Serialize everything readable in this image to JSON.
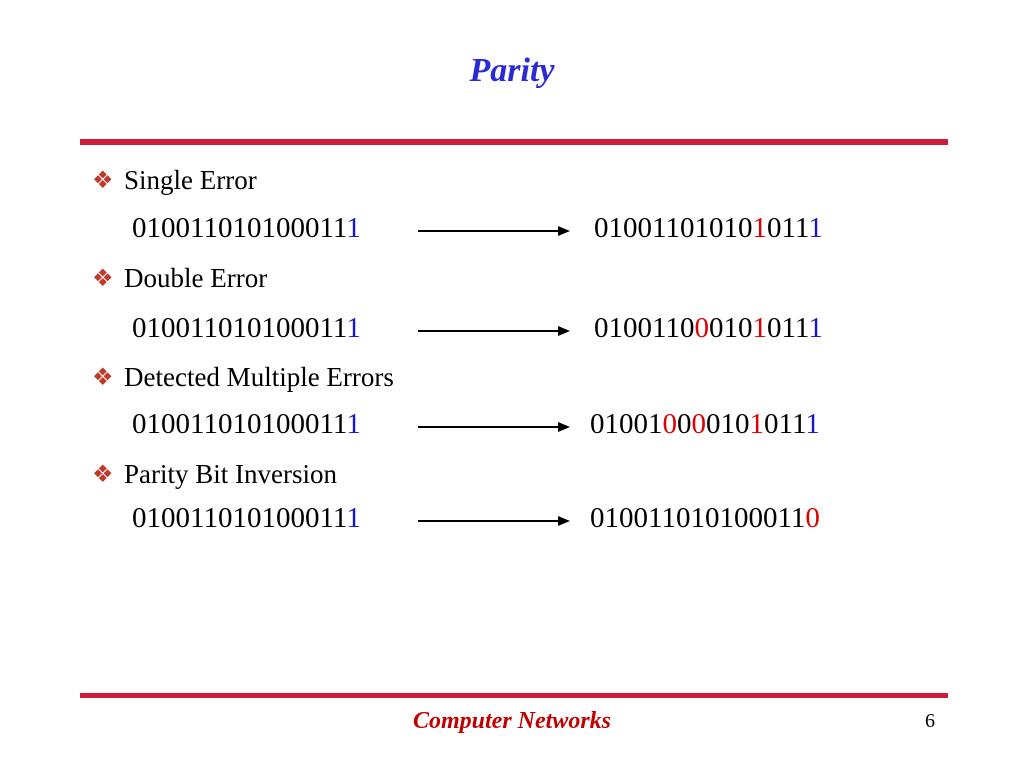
{
  "slide": {
    "title": "Parity",
    "footer": "Computer Networks",
    "page_number": "6"
  },
  "sections": [
    {
      "label": "Single Error",
      "original": [
        {
          "t": "0",
          "c": "black"
        },
        {
          "t": "1",
          "c": "black"
        },
        {
          "t": "0",
          "c": "black"
        },
        {
          "t": "0",
          "c": "black"
        },
        {
          "t": "1",
          "c": "black"
        },
        {
          "t": "1",
          "c": "black"
        },
        {
          "t": "0",
          "c": "black"
        },
        {
          "t": "1",
          "c": "black"
        },
        {
          "t": "0",
          "c": "black"
        },
        {
          "t": "1",
          "c": "black"
        },
        {
          "t": "0",
          "c": "black"
        },
        {
          "t": "0",
          "c": "black"
        },
        {
          "t": "0",
          "c": "black"
        },
        {
          "t": "1",
          "c": "black"
        },
        {
          "t": "1",
          "c": "black"
        },
        {
          "t": "1",
          "c": "blue"
        }
      ],
      "received": [
        {
          "t": "0",
          "c": "black"
        },
        {
          "t": "1",
          "c": "black"
        },
        {
          "t": "0",
          "c": "black"
        },
        {
          "t": "0",
          "c": "black"
        },
        {
          "t": "1",
          "c": "black"
        },
        {
          "t": "1",
          "c": "black"
        },
        {
          "t": "0",
          "c": "black"
        },
        {
          "t": "1",
          "c": "black"
        },
        {
          "t": "0",
          "c": "black"
        },
        {
          "t": "1",
          "c": "black"
        },
        {
          "t": "0",
          "c": "black"
        },
        {
          "t": "1",
          "c": "red"
        },
        {
          "t": "0",
          "c": "black"
        },
        {
          "t": "1",
          "c": "black"
        },
        {
          "t": "1",
          "c": "black"
        },
        {
          "t": "1",
          "c": "blue"
        }
      ]
    },
    {
      "label": "Double Error",
      "original": [
        {
          "t": "0",
          "c": "black"
        },
        {
          "t": "1",
          "c": "black"
        },
        {
          "t": "0",
          "c": "black"
        },
        {
          "t": "0",
          "c": "black"
        },
        {
          "t": "1",
          "c": "black"
        },
        {
          "t": "1",
          "c": "black"
        },
        {
          "t": "0",
          "c": "black"
        },
        {
          "t": "1",
          "c": "black"
        },
        {
          "t": "0",
          "c": "black"
        },
        {
          "t": "1",
          "c": "black"
        },
        {
          "t": "0",
          "c": "black"
        },
        {
          "t": "0",
          "c": "black"
        },
        {
          "t": "0",
          "c": "black"
        },
        {
          "t": "1",
          "c": "black"
        },
        {
          "t": "1",
          "c": "black"
        },
        {
          "t": "1",
          "c": "blue"
        }
      ],
      "received": [
        {
          "t": "0",
          "c": "black"
        },
        {
          "t": "1",
          "c": "black"
        },
        {
          "t": "0",
          "c": "black"
        },
        {
          "t": "0",
          "c": "black"
        },
        {
          "t": "1",
          "c": "black"
        },
        {
          "t": "1",
          "c": "black"
        },
        {
          "t": "0",
          "c": "black"
        },
        {
          "t": "0",
          "c": "red"
        },
        {
          "t": "0",
          "c": "black"
        },
        {
          "t": "1",
          "c": "black"
        },
        {
          "t": "0",
          "c": "black"
        },
        {
          "t": "1",
          "c": "red"
        },
        {
          "t": "0",
          "c": "black"
        },
        {
          "t": "1",
          "c": "black"
        },
        {
          "t": "1",
          "c": "black"
        },
        {
          "t": "1",
          "c": "blue"
        }
      ]
    },
    {
      "label": "Detected Multiple Errors",
      "original": [
        {
          "t": "0",
          "c": "black"
        },
        {
          "t": "1",
          "c": "black"
        },
        {
          "t": "0",
          "c": "black"
        },
        {
          "t": "0",
          "c": "black"
        },
        {
          "t": "1",
          "c": "black"
        },
        {
          "t": "1",
          "c": "black"
        },
        {
          "t": "0",
          "c": "black"
        },
        {
          "t": "1",
          "c": "black"
        },
        {
          "t": "0",
          "c": "black"
        },
        {
          "t": "1",
          "c": "black"
        },
        {
          "t": "0",
          "c": "black"
        },
        {
          "t": "0",
          "c": "black"
        },
        {
          "t": "0",
          "c": "black"
        },
        {
          "t": "1",
          "c": "black"
        },
        {
          "t": "1",
          "c": "black"
        },
        {
          "t": "1",
          "c": "blue"
        }
      ],
      "received": [
        {
          "t": "0",
          "c": "black"
        },
        {
          "t": "1",
          "c": "black"
        },
        {
          "t": "0",
          "c": "black"
        },
        {
          "t": "0",
          "c": "black"
        },
        {
          "t": "1",
          "c": "black"
        },
        {
          "t": "0",
          "c": "red"
        },
        {
          "t": "0",
          "c": "black"
        },
        {
          "t": "0",
          "c": "red"
        },
        {
          "t": "0",
          "c": "black"
        },
        {
          "t": "1",
          "c": "black"
        },
        {
          "t": "0",
          "c": "black"
        },
        {
          "t": "1",
          "c": "red"
        },
        {
          "t": "0",
          "c": "black"
        },
        {
          "t": "1",
          "c": "black"
        },
        {
          "t": "1",
          "c": "black"
        },
        {
          "t": "1",
          "c": "blue"
        }
      ]
    },
    {
      "label": "Parity Bit Inversion",
      "original": [
        {
          "t": "0",
          "c": "black"
        },
        {
          "t": "1",
          "c": "black"
        },
        {
          "t": "0",
          "c": "black"
        },
        {
          "t": "0",
          "c": "black"
        },
        {
          "t": "1",
          "c": "black"
        },
        {
          "t": "1",
          "c": "black"
        },
        {
          "t": "0",
          "c": "black"
        },
        {
          "t": "1",
          "c": "black"
        },
        {
          "t": "0",
          "c": "black"
        },
        {
          "t": "1",
          "c": "black"
        },
        {
          "t": "0",
          "c": "black"
        },
        {
          "t": "0",
          "c": "black"
        },
        {
          "t": "0",
          "c": "black"
        },
        {
          "t": "1",
          "c": "black"
        },
        {
          "t": "1",
          "c": "black"
        },
        {
          "t": "1",
          "c": "blue"
        }
      ],
      "received": [
        {
          "t": "0",
          "c": "black"
        },
        {
          "t": "1",
          "c": "black"
        },
        {
          "t": "0",
          "c": "black"
        },
        {
          "t": "0",
          "c": "black"
        },
        {
          "t": "1",
          "c": "black"
        },
        {
          "t": "1",
          "c": "black"
        },
        {
          "t": "0",
          "c": "black"
        },
        {
          "t": "1",
          "c": "black"
        },
        {
          "t": "0",
          "c": "black"
        },
        {
          "t": "1",
          "c": "black"
        },
        {
          "t": "0",
          "c": "black"
        },
        {
          "t": "0",
          "c": "black"
        },
        {
          "t": "0",
          "c": "black"
        },
        {
          "t": "1",
          "c": "black"
        },
        {
          "t": "1",
          "c": "black"
        },
        {
          "t": "0",
          "c": "red"
        }
      ]
    }
  ],
  "colors": {
    "title": "#2b2bd6",
    "rule": "#d01c3c",
    "bullet": "#c0392b",
    "parity_bit": "#1818c8",
    "error_bit": "#e00000",
    "footer": "#c00000"
  },
  "icons": {
    "bullet": "diamond-bullet-icon",
    "arrow": "arrow-right-icon"
  }
}
